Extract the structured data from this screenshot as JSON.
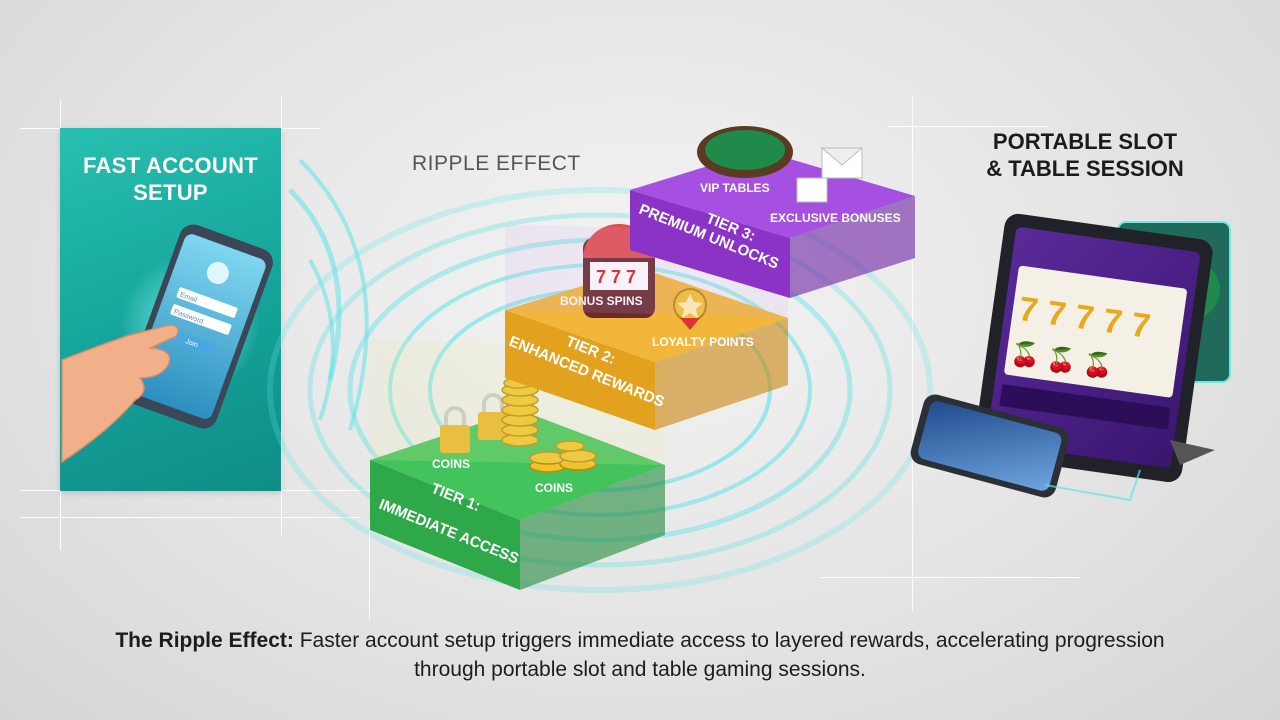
{
  "left_panel": {
    "title": "FAST ACCOUNT\nSETUP",
    "phone_fields": [
      "Email",
      "Password"
    ],
    "phone_button": "Join"
  },
  "ripple_label": "RIPPLE EFFECT",
  "tiers": {
    "tier1": {
      "title": "TIER 1:",
      "subtitle": "IMMEDIATE ACCESS",
      "color": "#2fa84a",
      "items": [
        "COINS",
        "COINS"
      ]
    },
    "tier2": {
      "title": "TIER 2:",
      "subtitle": "ENHANCED REWARDS",
      "color": "#e2a21d",
      "items": [
        "BONUS SPINS",
        "LOYALTY POINTS"
      ]
    },
    "tier3": {
      "title": "TIER 3:",
      "subtitle": "PREMIUM UNLOCKS",
      "color": "#8a33c6",
      "items": [
        "VIP TABLES",
        "EXCLUSIVE BONUSES"
      ]
    }
  },
  "right_title": "PORTABLE SLOT\n& TABLE SESSION",
  "caption": {
    "lead": "The Ripple Effect:",
    "text": " Faster account setup triggers immediate access to layered rewards, accelerating progression through portable slot and table gaming sessions."
  },
  "colors": {
    "teal": "#14a39a",
    "ripple": "#5fe3e6",
    "green": "#2fa84a",
    "orange": "#e2a21d",
    "purple": "#8a33c6"
  }
}
